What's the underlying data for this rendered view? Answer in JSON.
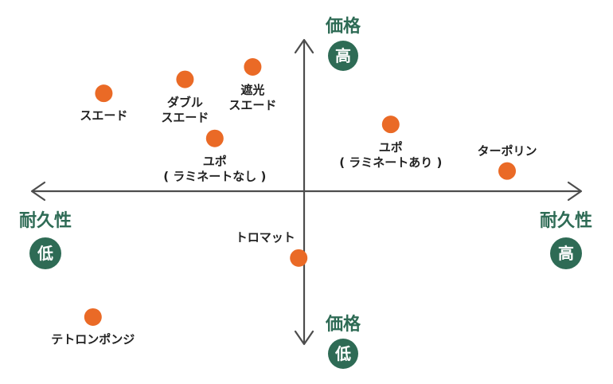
{
  "chart_data": {
    "type": "scatter",
    "x_axis": {
      "title": "耐久性",
      "low_label": "低",
      "high_label": "高",
      "range": [
        -10,
        10
      ]
    },
    "y_axis": {
      "title": "価格",
      "low_label": "低",
      "high_label": "高",
      "range": [
        -10,
        10
      ]
    },
    "grid": false,
    "points": [
      {
        "label": [
          "スエード"
        ],
        "x": -7.4,
        "y": 6.3,
        "label_pos": "below"
      },
      {
        "label": [
          "ダブル",
          "スエード"
        ],
        "x": -4.4,
        "y": 7.2,
        "label_pos": "below"
      },
      {
        "label": [
          "遮光",
          "スエード"
        ],
        "x": -1.9,
        "y": 8.0,
        "label_pos": "below"
      },
      {
        "label": [
          "ユポ",
          "( ラミネートなし )"
        ],
        "x": -3.3,
        "y": 3.4,
        "label_pos": "below"
      },
      {
        "label": [
          "ユポ",
          "( ラミネートあり )"
        ],
        "x": 3.2,
        "y": 4.3,
        "label_pos": "below"
      },
      {
        "label": [
          "ターポリン"
        ],
        "x": 7.5,
        "y": 1.3,
        "label_pos": "above"
      },
      {
        "label": [
          "トロマット"
        ],
        "x": -0.2,
        "y": -4.3,
        "label_pos": "above-left"
      },
      {
        "label": [
          "テトロンポンジ"
        ],
        "x": -7.8,
        "y": -8.1,
        "label_pos": "below"
      }
    ]
  }
}
